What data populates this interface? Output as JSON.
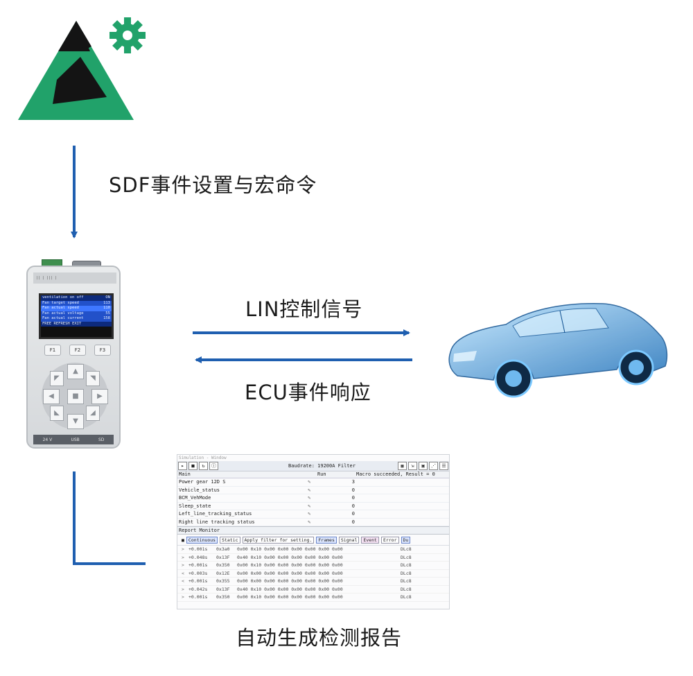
{
  "colors": {
    "arrow_blue": "#1f5fb0",
    "logo_green": "#21a26a",
    "logo_black": "#141414",
    "text": "#1a1a1a"
  },
  "icons": [
    "logo-triangle-icon",
    "gear-icon"
  ],
  "labels": {
    "config": "SDF事件设置与宏命令",
    "lin_signal": "LIN控制信号",
    "ecu_response": "ECU事件响应",
    "report": "自动生成检测报告"
  },
  "device": {
    "strip": "|| | ||| |",
    "lcd_rows": [
      {
        "name": "ventilation on off",
        "value": "ON"
      },
      {
        "name": "Fan target speed",
        "value": "113"
      },
      {
        "name": "Fan actual speed",
        "value": "110"
      },
      {
        "name": "Fan actual voltage",
        "value": "55"
      },
      {
        "name": "Fan actual current",
        "value": "158"
      },
      {
        "name": "FREE  REFRESH  EXIT",
        "value": ""
      }
    ],
    "fkeys": [
      "F1",
      "F2",
      "F3"
    ],
    "bottom": [
      "24 V",
      "USB",
      "SD"
    ]
  },
  "screenshot": {
    "title": "Simulation - Window",
    "toolbar_center": "Baudrate: 19200A  Filter",
    "main_header": "Main",
    "run_header": "Run",
    "status": "Macro succeeded, Result = 0",
    "macro_rows": [
      {
        "name": "Power gear 12D S",
        "value": "3"
      },
      {
        "name": "Vehicle_status",
        "value": "0"
      },
      {
        "name": "BCM_VehMode",
        "value": "0"
      },
      {
        "name": "Sleep_state",
        "value": "0"
      },
      {
        "name": "Left_line_tracking_status",
        "value": "0"
      },
      {
        "name": "Right line tracking status",
        "value": "0"
      }
    ],
    "report_title": "Report Monitor",
    "filters": [
      "Continuous",
      "Static",
      "Apply filter for setting.",
      "Frames",
      "Signal",
      "Event",
      "Error",
      "Du"
    ],
    "frames": [
      {
        "dir": ">",
        "time": "+0.001s",
        "id": "0x3a0",
        "bytes": "0x00 0x10 0x00 0x00 0x00 0x00 0x00 0x00",
        "len": "DLc8"
      },
      {
        "dir": ">",
        "time": "+0.048s",
        "id": "0x13F",
        "bytes": "0x40 0x10 0x00 0x00 0x00 0x00 0x00 0x00",
        "len": "DLc8"
      },
      {
        "dir": ">",
        "time": "+0.001s",
        "id": "0x350",
        "bytes": "0x00 0x10 0x00 0x00 0x00 0x00 0x00 0x00",
        "len": "DLc8"
      },
      {
        "dir": "<",
        "time": "+0.003s",
        "id": "0x12E",
        "bytes": "0x00 0x00 0x00 0x00 0x00 0x00 0x00 0x00",
        "len": "DLc8"
      },
      {
        "dir": "<",
        "time": "+0.001s",
        "id": "0x355",
        "bytes": "0x00 0x00 0x00 0x00 0x00 0x00 0x00 0x00",
        "len": "DLc8"
      },
      {
        "dir": ">",
        "time": "+0.042s",
        "id": "0x13F",
        "bytes": "0x40 0x10 0x00 0x00 0x00 0x00 0x00 0x00",
        "len": "DLc8"
      },
      {
        "dir": ">",
        "time": "+0.001s",
        "id": "0x350",
        "bytes": "0x00 0x10 0x00 0x00 0x00 0x00 0x00 0x00",
        "len": "DLc8"
      }
    ]
  }
}
